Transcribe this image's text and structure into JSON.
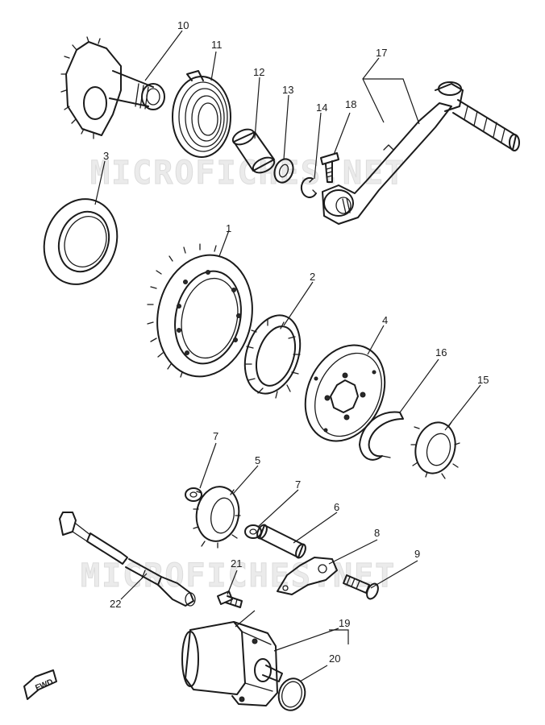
{
  "watermark": "MICROFICHES.NET",
  "direction_badge": "FWD",
  "callouts": [
    "10",
    "11",
    "12",
    "13",
    "14",
    "18",
    "17",
    "3",
    "1",
    "2",
    "4",
    "16",
    "15",
    "7",
    "5",
    "7",
    "6",
    "8",
    "9",
    "21",
    "22",
    "19",
    "20"
  ]
}
